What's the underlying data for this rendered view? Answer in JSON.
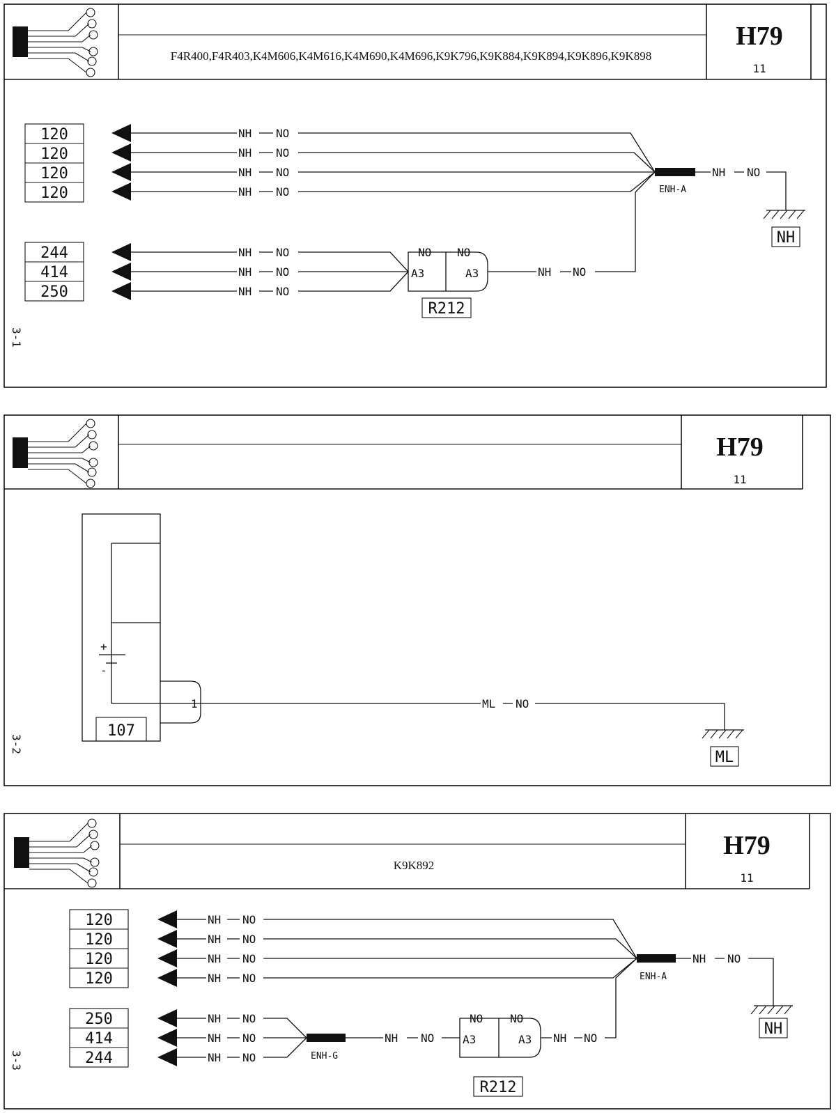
{
  "sheets": [
    {
      "page_code": "H79",
      "page_number": "11",
      "models": "F4R400,F4R403,K4M606,K4M616,K4M690,K4M696,K9K796,K9K884,K9K894,K9K896,K9K898",
      "section_label": "3-1",
      "group1_codes": [
        "120",
        "120",
        "120",
        "120"
      ],
      "group2_codes": [
        "244",
        "414",
        "250"
      ],
      "wire_a": "NH",
      "wire_b": "NO",
      "splice_label": "ENH-A",
      "connector_label": "R212",
      "pin_label": "A3",
      "ground_label": "NH"
    },
    {
      "page_code": "H79",
      "page_number": "11",
      "models": "",
      "section_label": "3-2",
      "component_code": "107",
      "pin_number": "1",
      "plus_sign": "+",
      "minus_sign": "-",
      "wire_a": "ML",
      "wire_b": "NO",
      "ground_label": "ML"
    },
    {
      "page_code": "H79",
      "page_number": "11",
      "models": "K9K892",
      "section_label": "3-3",
      "group1_codes": [
        "120",
        "120",
        "120",
        "120"
      ],
      "group2_codes": [
        "250",
        "414",
        "244"
      ],
      "wire_a": "NH",
      "wire_b": "NO",
      "splice_label": "ENH-A",
      "splice2_label": "ENH-G",
      "connector_label": "R212",
      "pin_label": "A3",
      "ground_label": "NH"
    }
  ]
}
